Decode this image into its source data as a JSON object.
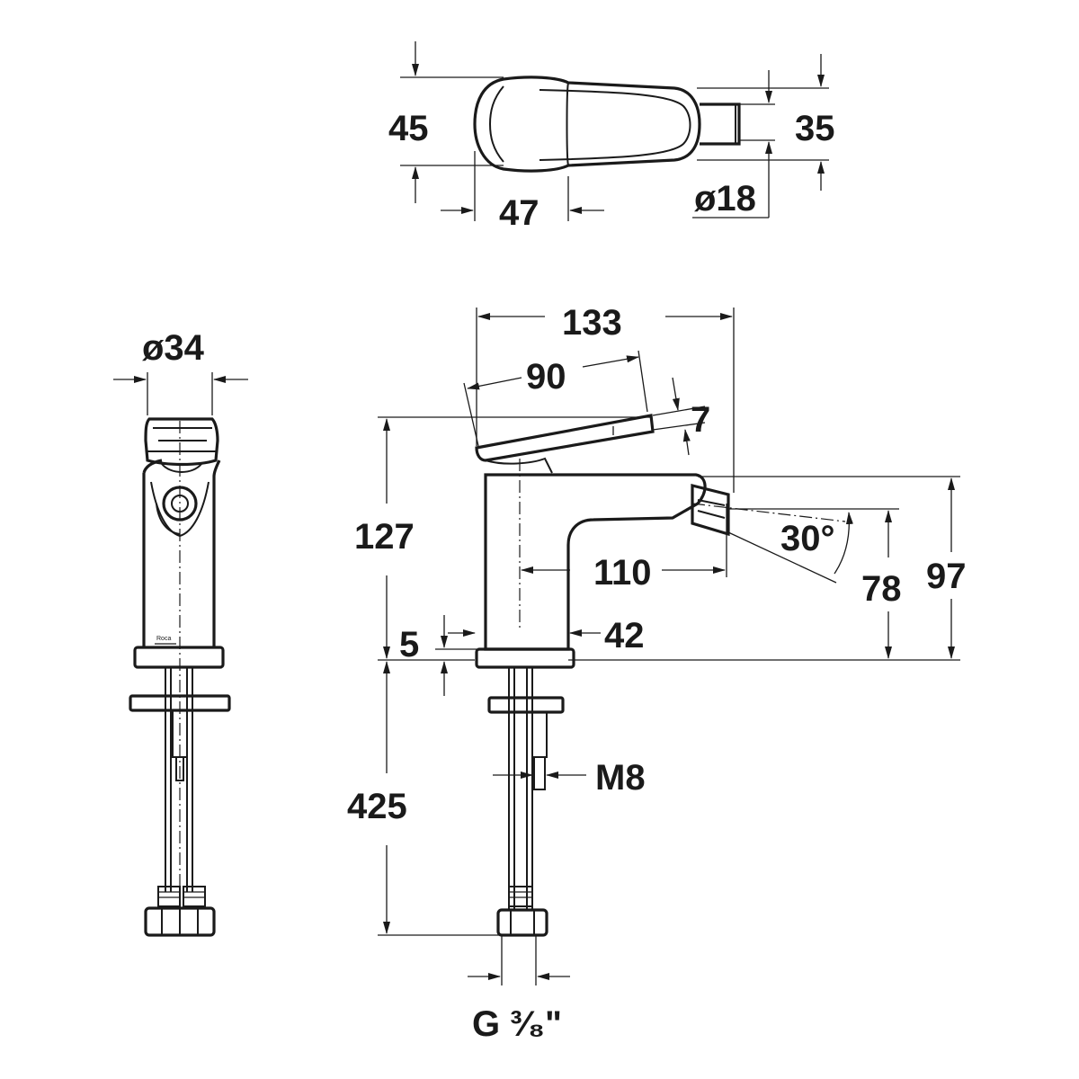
{
  "top_view": {
    "height_label": "45",
    "lever_width_label": "35",
    "body_width_label": "47",
    "spout_diameter_label": "ø18"
  },
  "side_view": {
    "diameter_label": "ø34",
    "brand_label": "Roca"
  },
  "front_view": {
    "overall_length_label": "133",
    "lever_length_label": "90",
    "lever_angle_label": "7",
    "total_height_label": "127",
    "spout_reach_label": "110",
    "spray_angle_label": "30°",
    "spout_height_label": "78",
    "spout_top_height_label": "97",
    "base_thickness_label": "5",
    "body_width_label": "42",
    "stud_thread_label": "M8",
    "hose_length_label": "425",
    "connection_label": "G ³⁄₈\""
  }
}
